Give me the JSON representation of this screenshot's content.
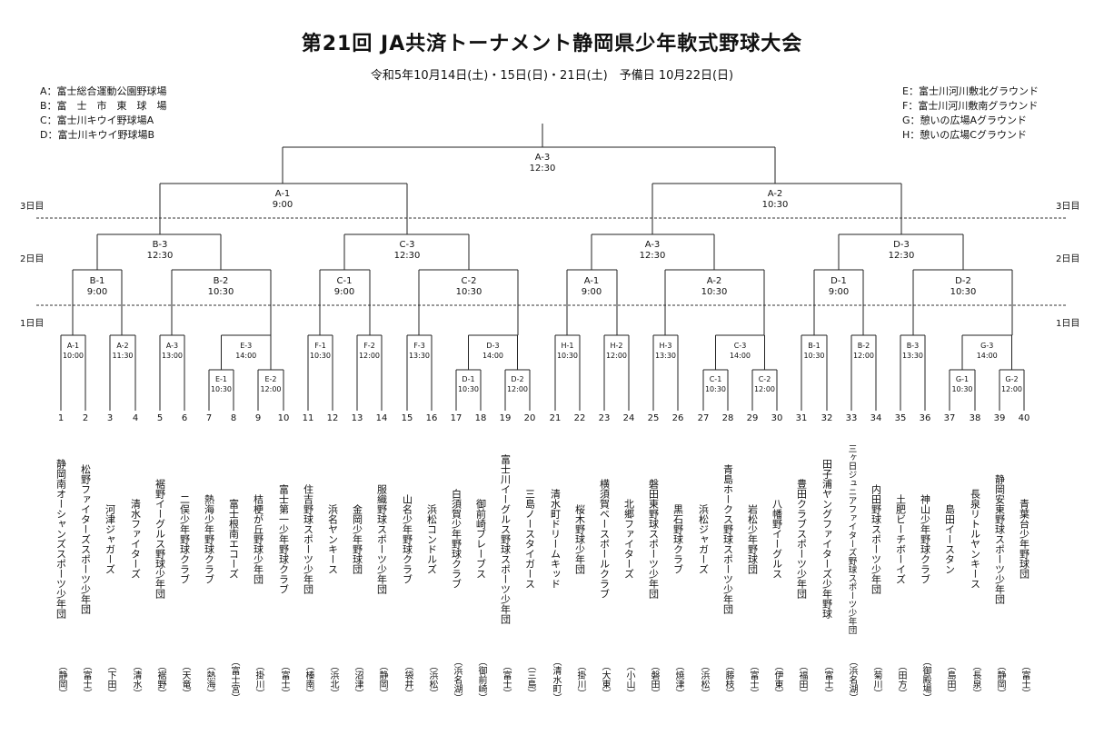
{
  "title": "第21回 JA共済トーナメント静岡県少年軟式野球大会",
  "dates": "令和5年10月14日(土)・15日(日)・21日(土)　予備日 10月22日(日)",
  "venues_left": [
    "A：富士総合運動公園野球場",
    "B：富　士　市　東　球　場",
    "C：富士川キウイ野球場A",
    "D：富士川キウイ野球場B"
  ],
  "venues_right": [
    "E：富士川河川敷北グラウンド",
    "F：富士川河川敷南グラウンド",
    "G：憩いの広場Aグラウンド",
    "H：憩いの広場Cグラウンド"
  ],
  "day_labels": {
    "day3": "3日目",
    "day2": "2日目",
    "day1": "1日目"
  },
  "matches": {
    "final": {
      "code": "A-3",
      "time": "12:30"
    },
    "sf_l": {
      "code": "A-1",
      "time": "9:00"
    },
    "sf_r": {
      "code": "A-2",
      "time": "10:30"
    },
    "qf_B3": {
      "code": "B-3",
      "time": "12:30"
    },
    "qf_C3": {
      "code": "C-3",
      "time": "12:30"
    },
    "qf_A3": {
      "code": "A-3",
      "time": "12:30"
    },
    "qf_D3": {
      "code": "D-3",
      "time": "12:30"
    },
    "r16_B1": {
      "code": "B-1",
      "time": "9:00"
    },
    "r16_B2": {
      "code": "B-2",
      "time": "10:30"
    },
    "r16_C1": {
      "code": "C-1",
      "time": "9:00"
    },
    "r16_C2": {
      "code": "C-2",
      "time": "10:30"
    },
    "r16_A1": {
      "code": "A-1",
      "time": "9:00"
    },
    "r16_A2": {
      "code": "A-2",
      "time": "10:30"
    },
    "r16_D1": {
      "code": "D-1",
      "time": "9:00"
    },
    "r16_D2": {
      "code": "D-2",
      "time": "10:30"
    },
    "r1_A1": {
      "code": "A-1",
      "time": "10:00"
    },
    "r1_A2": {
      "code": "A-2",
      "time": "11:30"
    },
    "r1_A3": {
      "code": "A-3",
      "time": "13:00"
    },
    "r1_E3": {
      "code": "E-3",
      "time": "14:00"
    },
    "r1_F1": {
      "code": "F-1",
      "time": "10:30"
    },
    "r1_F2": {
      "code": "F-2",
      "time": "12:00"
    },
    "r1_F3": {
      "code": "F-3",
      "time": "13:30"
    },
    "r1_D3": {
      "code": "D-3",
      "time": "14:00"
    },
    "r1_H1": {
      "code": "H-1",
      "time": "10:30"
    },
    "r1_H2": {
      "code": "H-2",
      "time": "12:00"
    },
    "r1_H3": {
      "code": "H-3",
      "time": "13:30"
    },
    "r1_C3": {
      "code": "C-3",
      "time": "14:00"
    },
    "r1_B1": {
      "code": "B-1",
      "time": "10:30"
    },
    "r1_B2": {
      "code": "B-2",
      "time": "12:00"
    },
    "r1_B3": {
      "code": "B-3",
      "time": "13:30"
    },
    "r1_G3": {
      "code": "G-3",
      "time": "14:00"
    },
    "p_E1": {
      "code": "E-1",
      "time": "10:30"
    },
    "p_E2": {
      "code": "E-2",
      "time": "12:00"
    },
    "p_D1": {
      "code": "D-1",
      "time": "10:30"
    },
    "p_D2": {
      "code": "D-2",
      "time": "12:00"
    },
    "p_C1": {
      "code": "C-1",
      "time": "10:30"
    },
    "p_C2": {
      "code": "C-2",
      "time": "12:00"
    },
    "p_G1": {
      "code": "G-1",
      "time": "10:30"
    },
    "p_G2": {
      "code": "G-2",
      "time": "12:00"
    }
  },
  "teams": [
    {
      "no": "1",
      "name": "静岡南オーシャンズスポーツ少年団",
      "area": "（静岡）"
    },
    {
      "no": "2",
      "name": "松野ファイターズスポーツ少年団",
      "area": "（富士）"
    },
    {
      "no": "3",
      "name": "河津ジャガーズ",
      "area": "（下田）"
    },
    {
      "no": "4",
      "name": "清水ファイターズ",
      "area": "（清水）"
    },
    {
      "no": "5",
      "name": "裾野イーグルス野球少年団",
      "area": "（裾野）"
    },
    {
      "no": "6",
      "name": "二俣少年野球クラブ",
      "area": "（天竜）"
    },
    {
      "no": "7",
      "name": "熱海少年野球クラブ",
      "area": "（熱海）"
    },
    {
      "no": "8",
      "name": "富士根南エコーズ",
      "area": "（富士宮）"
    },
    {
      "no": "9",
      "name": "桔梗が丘野球少年団",
      "area": "（掛川）"
    },
    {
      "no": "10",
      "name": "富士第一少年野球クラブ",
      "area": "（富士）"
    },
    {
      "no": "11",
      "name": "住吉野球スポーツ少年団",
      "area": "（榛南）"
    },
    {
      "no": "12",
      "name": "浜名ヤンキース",
      "area": "（浜北）"
    },
    {
      "no": "13",
      "name": "金岡少年野球団",
      "area": "（沼津）"
    },
    {
      "no": "14",
      "name": "服織野球スポーツ少年団",
      "area": "（静岡）"
    },
    {
      "no": "15",
      "name": "山名少年野球クラブ",
      "area": "（袋井）"
    },
    {
      "no": "16",
      "name": "浜松コンドルズ",
      "area": "（浜松）"
    },
    {
      "no": "17",
      "name": "白須賀少年野球クラブ",
      "area": "（浜名湖）"
    },
    {
      "no": "18",
      "name": "御前崎ブレーブス",
      "area": "（御前崎）"
    },
    {
      "no": "19",
      "name": "富士川イーグルス野球スポーツ少年団",
      "area": "（富士）"
    },
    {
      "no": "20",
      "name": "三島ノースタイガース",
      "area": "（三島）"
    },
    {
      "no": "21",
      "name": "清水町ドリームキッド",
      "area": "（清水町）"
    },
    {
      "no": "22",
      "name": "桜木野球少年団",
      "area": "（掛川）"
    },
    {
      "no": "23",
      "name": "横須賀ベースボールクラブ",
      "area": "（大東）"
    },
    {
      "no": "24",
      "name": "北郷ファイターズ",
      "area": "（小山）"
    },
    {
      "no": "25",
      "name": "磐田東野球スポーツ少年団",
      "area": "（磐田）"
    },
    {
      "no": "26",
      "name": "黒石野球クラブ",
      "area": "（焼津）"
    },
    {
      "no": "27",
      "name": "浜松ジャガーズ",
      "area": "（浜松）"
    },
    {
      "no": "28",
      "name": "青島ホークス野球スポーツ少年団",
      "area": "（藤枝）"
    },
    {
      "no": "29",
      "name": "岩松少年野球団",
      "area": "（富士）"
    },
    {
      "no": "30",
      "name": "八幡野イーグルス",
      "area": "（伊東）"
    },
    {
      "no": "31",
      "name": "豊田クラブスポーツ少年団",
      "area": "（福田）"
    },
    {
      "no": "32",
      "name": "田子浦ヤングファイターズ少年野球",
      "area": "（富士）"
    },
    {
      "no": "33",
      "name": "三ヶ日ジュニアファイターズ野球スポーツ少年団",
      "area": "（浜名湖）"
    },
    {
      "no": "34",
      "name": "内田野球スポーツ少年団",
      "area": "（菊川）"
    },
    {
      "no": "35",
      "name": "土肥ビーチボーイズ",
      "area": "（田方）"
    },
    {
      "no": "36",
      "name": "神山少年野球クラブ",
      "area": "（御殿場）"
    },
    {
      "no": "37",
      "name": "島田イースタン",
      "area": "（島田）"
    },
    {
      "no": "38",
      "name": "長泉リトルヤンキース",
      "area": "（長泉）"
    },
    {
      "no": "39",
      "name": "静岡安東野球スポーツ少年団",
      "area": "（静岡）"
    },
    {
      "no": "40",
      "name": "青葉台少年野球団",
      "area": "（富士）"
    }
  ]
}
